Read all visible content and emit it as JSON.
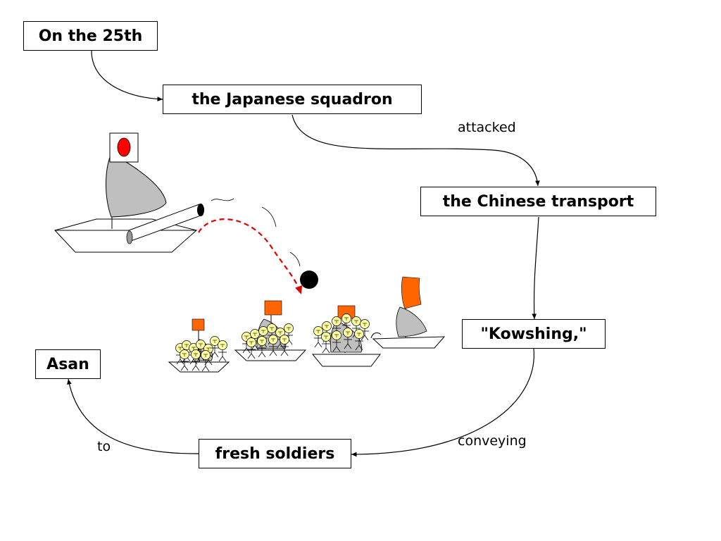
{
  "nodes": {
    "date": "On the 25th",
    "squadron": "the Japanese squadron",
    "transport": "the Chinese transport",
    "kowshing": "\"Kowshing,\"",
    "soldiers": "fresh soldiers",
    "asan": "Asan"
  },
  "edges": {
    "attacked": "attacked",
    "conveying": "conveying",
    "to": "to"
  },
  "illustration": {
    "japanese_flag": "japan-flag-icon",
    "chinese_flag": "chinese-flag-icon",
    "colors": {
      "flag_red": "#ff0000",
      "chinese_flag": "#ff6600",
      "sail": "#bfbfbf",
      "soldier_head": "#ffffa0",
      "trajectory": "#e00000",
      "cannonball": "#000000"
    }
  }
}
